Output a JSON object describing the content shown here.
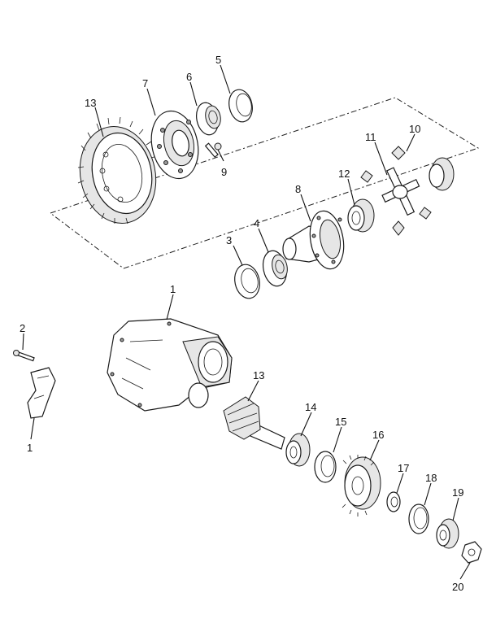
{
  "callouts": [
    {
      "id": "c13a",
      "text": "13"
    },
    {
      "id": "c7",
      "text": "7"
    },
    {
      "id": "c6",
      "text": "6"
    },
    {
      "id": "c5",
      "text": "5"
    },
    {
      "id": "c9",
      "text": "9"
    },
    {
      "id": "c11",
      "text": "11"
    },
    {
      "id": "c10",
      "text": "10"
    },
    {
      "id": "c12",
      "text": "12"
    },
    {
      "id": "c8",
      "text": "8"
    },
    {
      "id": "c3",
      "text": "3"
    },
    {
      "id": "c4",
      "text": "4"
    },
    {
      "id": "c1a",
      "text": "1"
    },
    {
      "id": "c2",
      "text": "2"
    },
    {
      "id": "c1b",
      "text": "1"
    },
    {
      "id": "c13b",
      "text": "13"
    },
    {
      "id": "c14",
      "text": "14"
    },
    {
      "id": "c15",
      "text": "15"
    },
    {
      "id": "c16",
      "text": "16"
    },
    {
      "id": "c17",
      "text": "17"
    },
    {
      "id": "c18",
      "text": "18"
    },
    {
      "id": "c19",
      "text": "19"
    },
    {
      "id": "c20",
      "text": "20"
    }
  ]
}
